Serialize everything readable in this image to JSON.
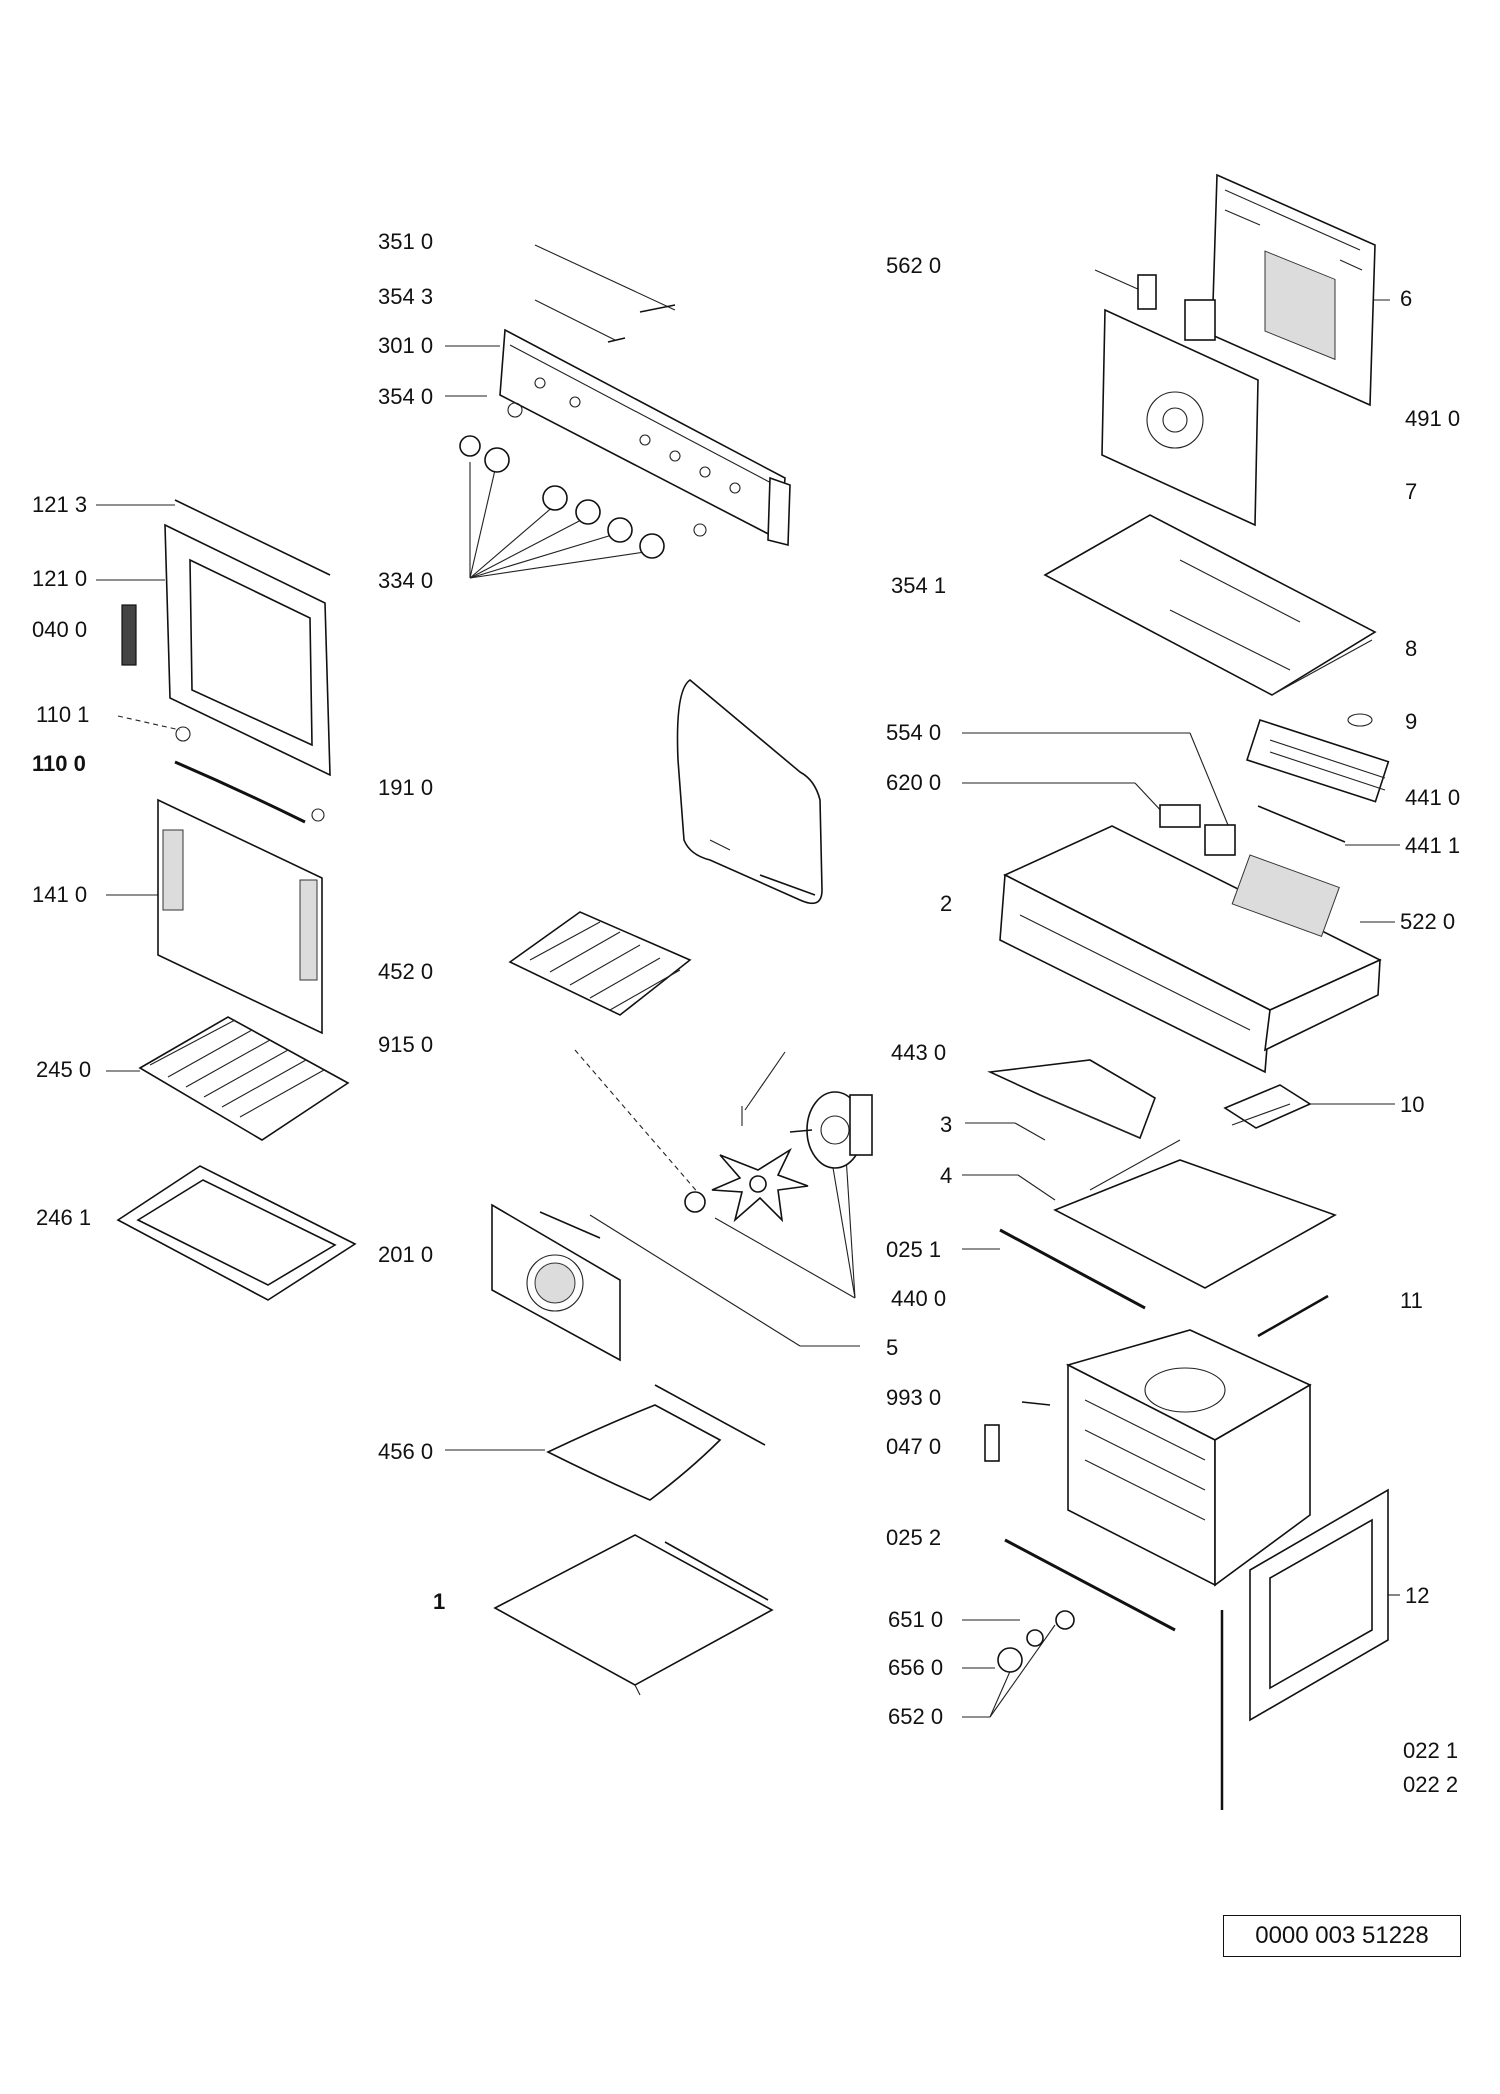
{
  "labels": {
    "l3510": "351 0",
    "l3543": "354 3",
    "l3010": "301 0",
    "l3540": "354 0",
    "l3340": "334 0",
    "l5620": "562 0",
    "l6": "6",
    "l4910": "491 0",
    "l7": "7",
    "l3541": "354 1",
    "l8": "8",
    "l9": "9",
    "l5540": "554 0",
    "l6200": "620 0",
    "l4410": "441 0",
    "l4411": "441 1",
    "l2": "2",
    "l5220": "522 0",
    "l1213": "121 3",
    "l1210": "121 0",
    "l0400": "040 0",
    "l1101": "110 1",
    "l1100": "110 0",
    "l1910": "191 0",
    "l1410": "141 0",
    "l4520": "452 0",
    "l9150": "915 0",
    "l2450": "245 0",
    "l4430": "443 0",
    "l3": "3",
    "l10": "10",
    "l4": "4",
    "l2461": "246 1",
    "l2010": "201 0",
    "l0251": "025 1",
    "l4400": "440 0",
    "l11": "11",
    "l5": "5",
    "l9930": "993 0",
    "l0470": "047 0",
    "l4560": "456 0",
    "l0252": "025 2",
    "l12": "12",
    "l1": "1",
    "l6510": "651 0",
    "l6560": "656 0",
    "l6520": "652 0",
    "l0221": "022 1",
    "l0222": "022 2"
  },
  "document_number": "0000 003 51228"
}
